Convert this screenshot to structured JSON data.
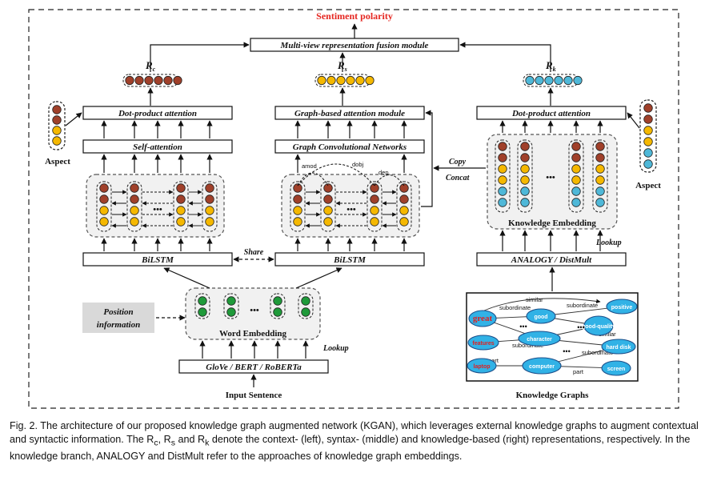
{
  "output": {
    "label": "Sentiment polarity",
    "color": "#e52620"
  },
  "fusion_module": "Multi-view representation fusion module",
  "representations": {
    "rc": "R",
    "rc_sub": "c",
    "rs": "R",
    "rs_sub": "s",
    "rk": "R",
    "rk_sub": "k"
  },
  "context_branch": {
    "attention": "Dot-product attention",
    "self_attention": "Self-attention",
    "bilstm": "BiLSTM",
    "aspect": "Aspect"
  },
  "syntax_branch": {
    "attention": "Graph-based attention module",
    "gcn": "Graph Convolutional Networks",
    "bilstm": "BiLSTM",
    "dep_labels": [
      "amod",
      "dobj",
      "dep"
    ]
  },
  "knowledge_branch": {
    "attention": "Dot-product attention",
    "embedding": "Knowledge Embedding",
    "kge": "ANALOGY / DistMult",
    "lookup": "Lookup",
    "aspect": "Aspect"
  },
  "connectors": {
    "share": "Share",
    "copy": "Copy",
    "concat": "Concat",
    "lookup": "Lookup",
    "ellipsis": "•••"
  },
  "input": {
    "word_embedding": "Word Embedding",
    "position": [
      "Position",
      "information"
    ],
    "encoders": "GloVe / BERT / RoBERTa",
    "sentence": "Input Sentence"
  },
  "knowledge_graph": {
    "title": "Knowledge Graphs",
    "nodes": [
      "great",
      "good",
      "positive",
      "good-quality",
      "character",
      "features",
      "hard disk",
      "laptop",
      "computer",
      "screen"
    ],
    "edges": [
      "subordinate",
      "similar",
      "subordinate",
      "similar",
      "subordinate",
      "part",
      "subordinate",
      "part"
    ]
  },
  "colors": {
    "context": "#a0402a",
    "syntax": "#f5b800",
    "knowledge": "#4fb8d8",
    "word": "#1f9a3a",
    "kg_node": "#31b2e6",
    "kg_border": "#1d4f8a"
  },
  "caption": {
    "p1": "Fig. 2. The architecture of our proposed knowledge graph augmented network (KGAN), which leverages external knowledge graphs to augment contextual and syntactic information. The R",
    "p1_c": "c",
    "p1_mid1": ", R",
    "p1_s": "s",
    "p1_mid2": " and R",
    "p1_k": "k",
    "p1_end": " denote the context- (left), syntax- (middle) and knowledge-based (right) representations, respectively. In the knowledge branch, ANALOGY and DistMult refer to the approaches of knowledge graph embeddings."
  }
}
